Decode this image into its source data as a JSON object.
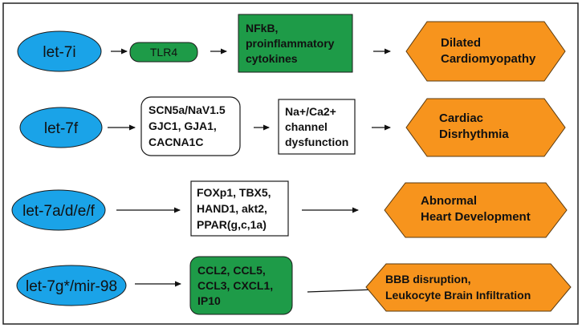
{
  "rows": [
    {
      "mirna": "let-7i",
      "targets": [
        "TLR4"
      ],
      "effect": [
        "NFkB,",
        "proinflammatory",
        "cytokines"
      ],
      "outcome": [
        "Dilated",
        "Cardiomyopathy"
      ]
    },
    {
      "mirna": "let-7f",
      "targets": [
        "SCN5a/NaV1.5",
        "GJC1, GJA1,",
        "CACNA1C"
      ],
      "effect": [
        "Na+/Ca2+",
        "channel",
        "dysfunction"
      ],
      "outcome": [
        "Cardiac",
        "Disrhythmia"
      ]
    },
    {
      "mirna": "let-7a/d/e/f",
      "targets": [
        "FOXp1, TBX5,",
        "HAND1, akt2,",
        "PPAR(g,c,1a)"
      ],
      "outcome": [
        "Abnormal",
        "Heart Development"
      ]
    },
    {
      "mirna": "let-7g*/mir-98",
      "targets": [
        "CCL2, CCL5,",
        "CCL3, CXCL1,",
        "IP10"
      ],
      "outcome": [
        "BBB disruption,",
        "Leukocyte Brain Infiltration"
      ]
    }
  ],
  "colors": {
    "mirna_fill": "#1aa3e8",
    "target_green": "#1e9b48",
    "outcome_orange": "#f7941d"
  }
}
